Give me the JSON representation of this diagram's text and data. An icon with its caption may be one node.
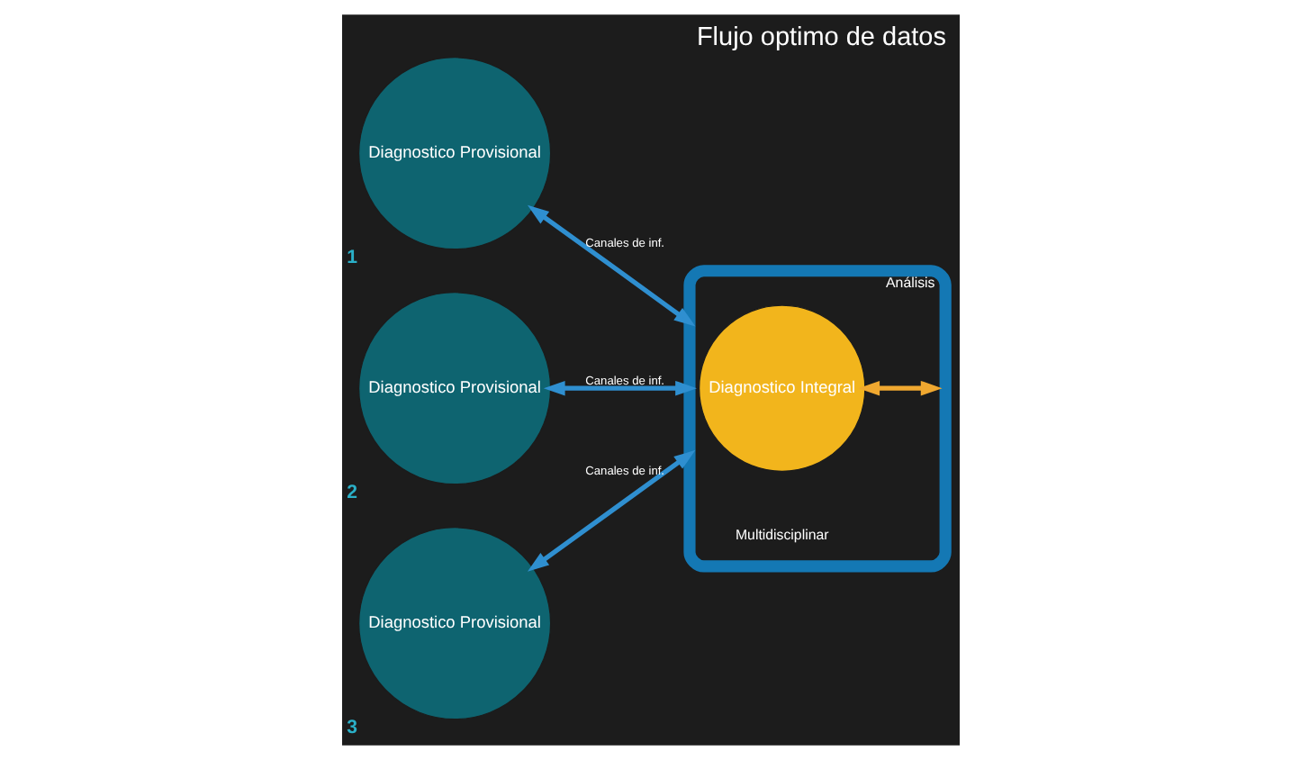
{
  "diagram": {
    "title": "Flujo optimo de datos",
    "nodes": [
      {
        "text": [
          "Diagnostico Provisional"
        ],
        "beside": [
          "1"
        ]
      },
      {
        "text": [
          "Diagnostico Provisional"
        ],
        "beside": [
          "2"
        ]
      },
      {
        "text": [
          "Análisis",
          "Multidisciplinar"
        ]
      },
      {
        "text": [
          "Diagnostico Integral"
        ],
        "in": 2
      },
      {
        "text": [
          "Diagnostico Provisional"
        ],
        "beside": [
          "3"
        ]
      }
    ],
    "edges": [
      {
        "from": 0,
        "to": 2,
        "arrow": "both",
        "label": "Canales de inf."
      },
      {
        "from": 1,
        "to": 2,
        "arrow": "both",
        "label": "Canales de inf."
      },
      {
        "from": 3,
        "to": 2,
        "arrow": "both",
        "color": "#f0a830"
      },
      {
        "from": 4,
        "to": 2,
        "arrow": "both",
        "label": "Canales de inf."
      }
    ]
  }
}
